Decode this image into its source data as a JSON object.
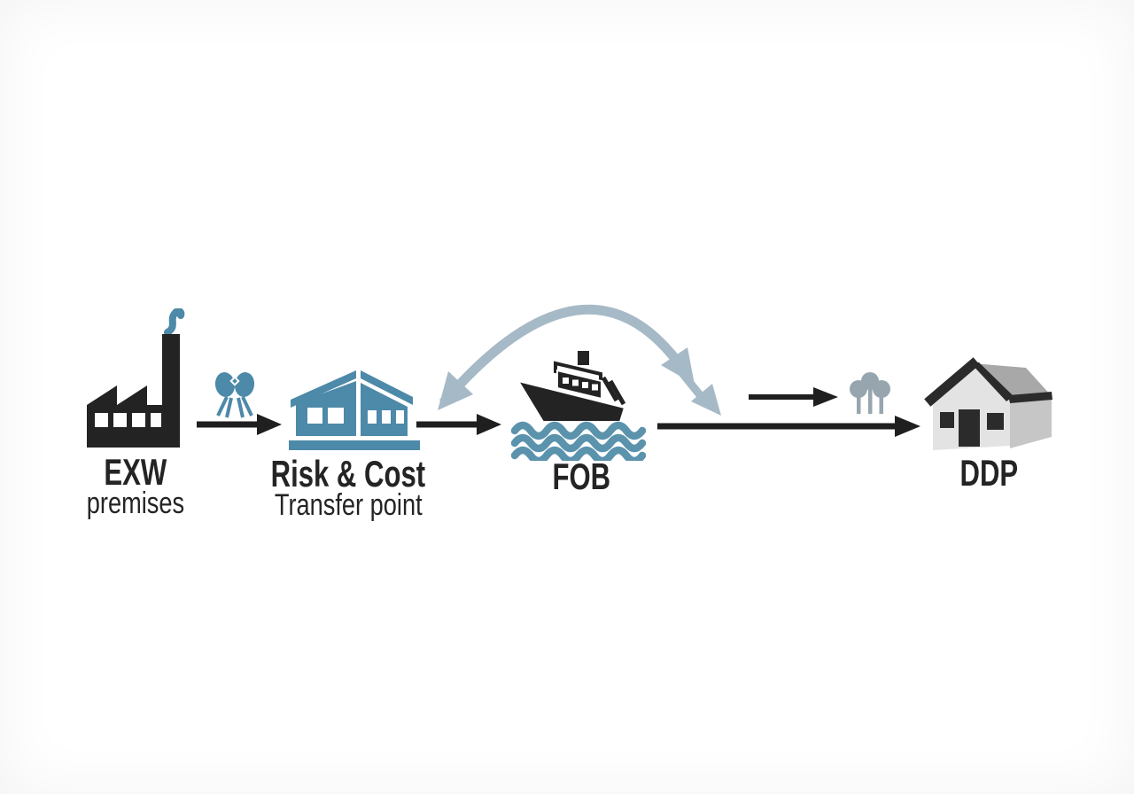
{
  "diagram": {
    "description": "Incoterms flow diagram",
    "nodes": {
      "exw": {
        "label": "EXW",
        "sublabel": "premises",
        "icon": "factory-icon"
      },
      "transfer": {
        "label": "Risk & Cost",
        "sublabel": "Transfer point",
        "icon": "warehouse-icon"
      },
      "fob": {
        "label": "FOB",
        "icon": "ship-icon"
      },
      "ddp": {
        "label": "DDP",
        "icon": "house-icon"
      }
    },
    "decorative_icons": [
      "smoke-icon",
      "handover-icon",
      "trees-icon"
    ],
    "connectors": [
      "arrow-exw-to-transfer",
      "arrow-transfer-to-fob",
      "arc-over-fob",
      "arrow-fob-upper",
      "arrow-fob-to-ddp"
    ]
  },
  "colors": {
    "background": "#ffffff",
    "icon_black": "#232323",
    "arrow_black": "#1f1f1f",
    "accent_blue": "#4d89a8",
    "wave_blue": "#5b93ad",
    "arc_gray_blue": "#a6b9c6",
    "tree_gray": "#97a5ae",
    "house_light": "#e3e3e3",
    "house_side": "#c6c6c6",
    "house_roof_gray": "#a8a8a8",
    "roof_dark": "#2b2b2b",
    "text_dark": "#242424"
  }
}
